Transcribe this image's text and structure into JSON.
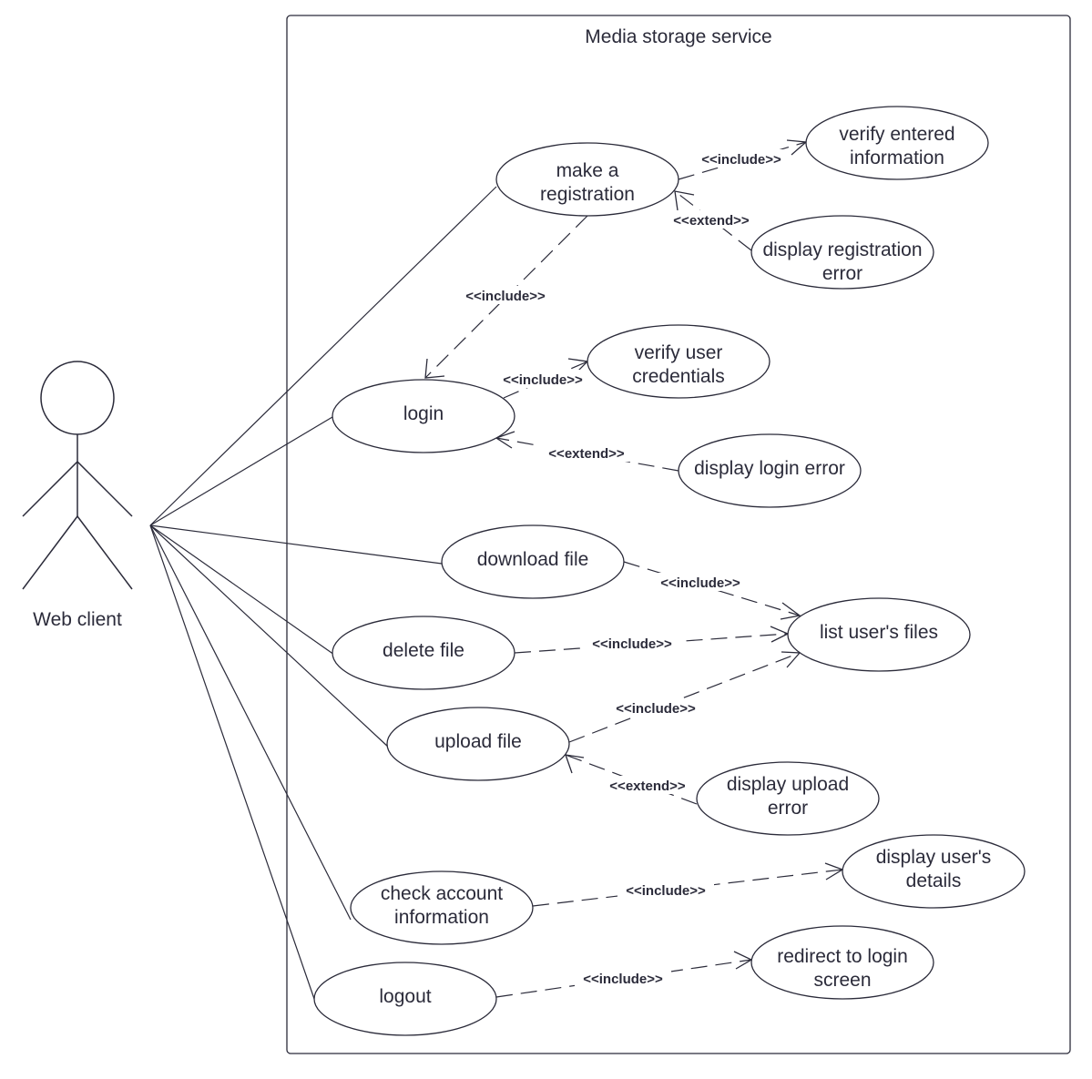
{
  "colors": {
    "stroke": "#2b2b3a",
    "background": "#ffffff"
  },
  "system": {
    "title": "Media storage service"
  },
  "actor": {
    "name": "Web client"
  },
  "use_cases": [
    {
      "id": "make-registration",
      "lines": [
        "make a",
        "registration"
      ]
    },
    {
      "id": "verify-entered-information",
      "lines": [
        "verify entered",
        "information"
      ]
    },
    {
      "id": "display-registration-error",
      "lines": [
        "display registration",
        "error"
      ]
    },
    {
      "id": "login",
      "lines": [
        "login"
      ]
    },
    {
      "id": "verify-user-credentials",
      "lines": [
        "verify user",
        "credentials"
      ]
    },
    {
      "id": "display-login-error",
      "lines": [
        "display login error"
      ]
    },
    {
      "id": "download-file",
      "lines": [
        "download file"
      ]
    },
    {
      "id": "list-users-files",
      "lines": [
        "list user's files"
      ]
    },
    {
      "id": "delete-file",
      "lines": [
        "delete file"
      ]
    },
    {
      "id": "upload-file",
      "lines": [
        "upload file"
      ]
    },
    {
      "id": "display-upload-error",
      "lines": [
        "display upload",
        "error"
      ]
    },
    {
      "id": "check-account-information",
      "lines": [
        "check account",
        "information"
      ]
    },
    {
      "id": "display-users-details",
      "lines": [
        "display user's",
        "details"
      ]
    },
    {
      "id": "logout",
      "lines": [
        "logout"
      ]
    },
    {
      "id": "redirect-to-login-screen",
      "lines": [
        "redirect to login",
        "screen"
      ]
    }
  ],
  "relationships": [
    {
      "id": "rel-registration-verify",
      "label": "<<include>>"
    },
    {
      "id": "rel-registration-error",
      "label": "<<extend>>"
    },
    {
      "id": "rel-registration-login",
      "label": "<<include>>"
    },
    {
      "id": "rel-login-credentials",
      "label": "<<include>>"
    },
    {
      "id": "rel-login-error",
      "label": "<<extend>>"
    },
    {
      "id": "rel-download-list",
      "label": "<<include>>"
    },
    {
      "id": "rel-delete-list",
      "label": "<<include>>"
    },
    {
      "id": "rel-upload-list",
      "label": "<<include>>"
    },
    {
      "id": "rel-upload-error",
      "label": "<<extend>>"
    },
    {
      "id": "rel-check-details",
      "label": "<<include>>"
    },
    {
      "id": "rel-logout-redirect",
      "label": "<<include>>"
    }
  ]
}
